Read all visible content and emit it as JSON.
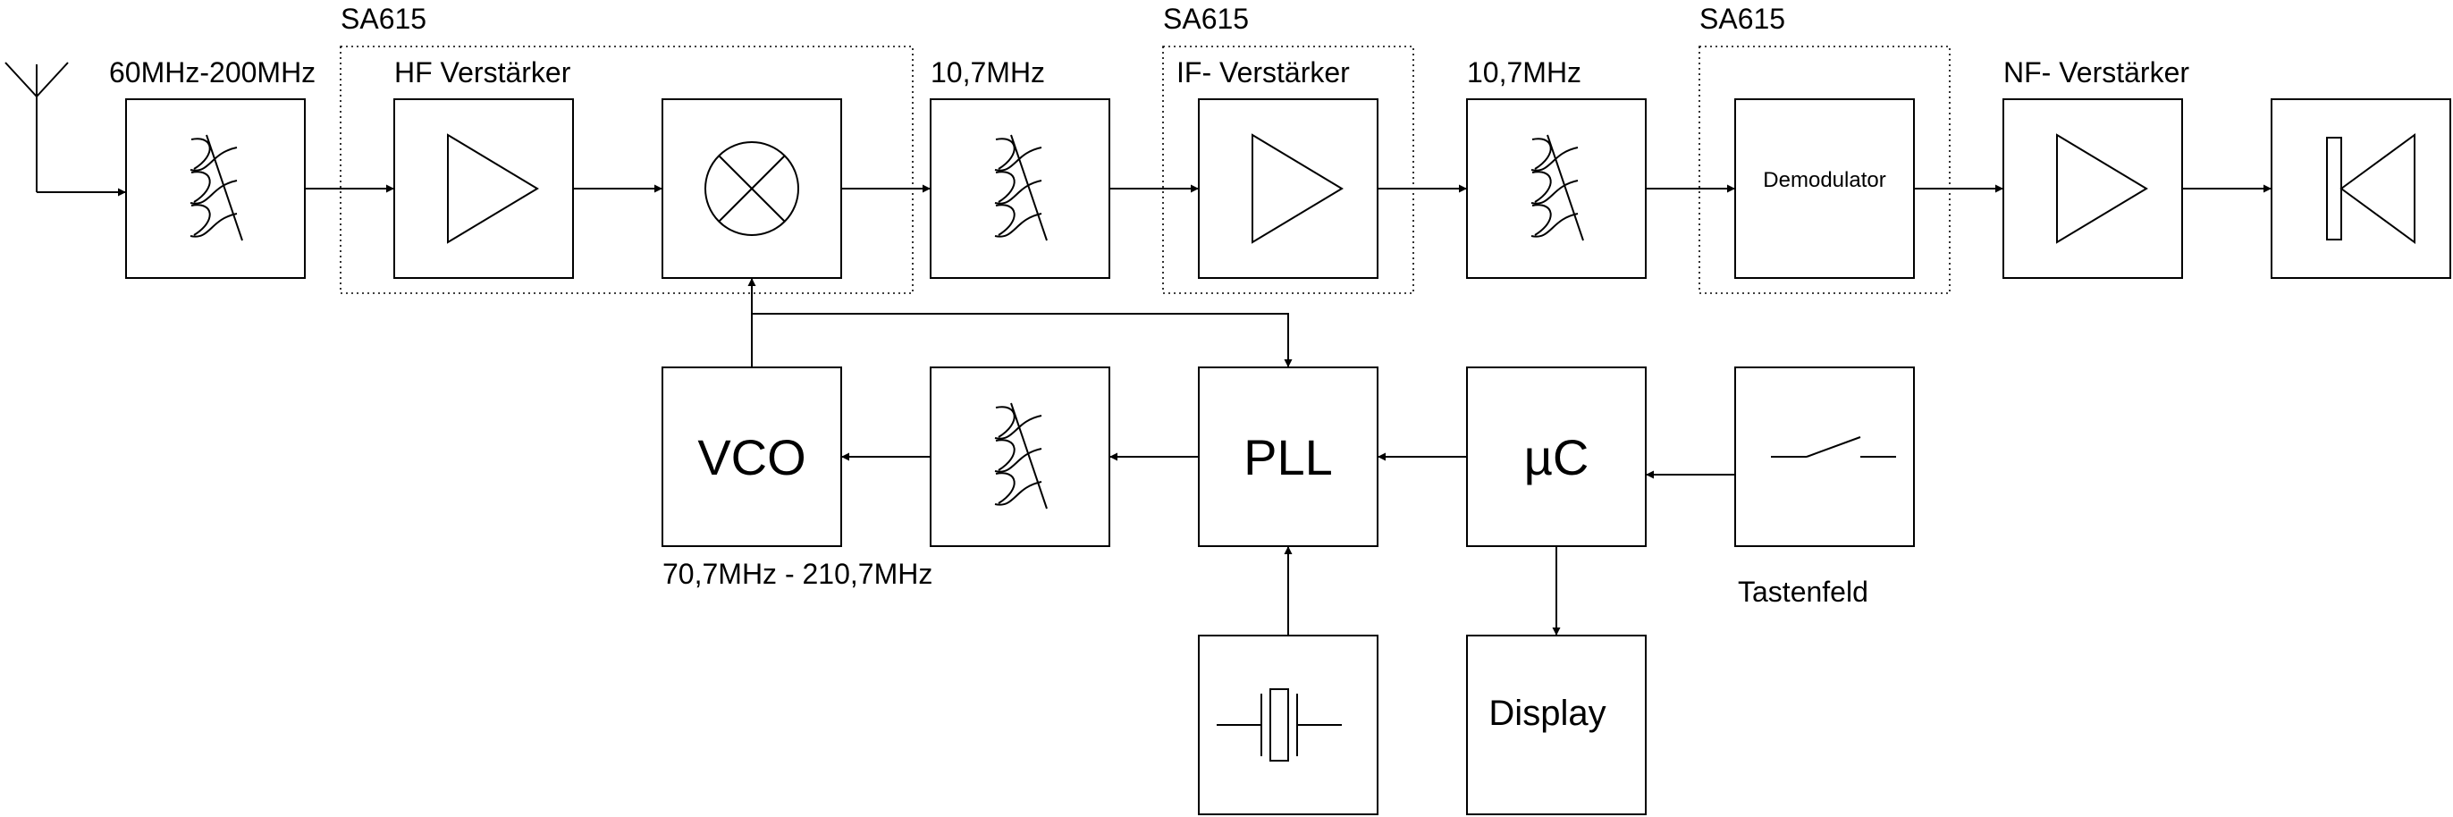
{
  "labels": {
    "rf_band": "60MHz-200MHz",
    "sa615_1": "SA615",
    "sa615_2": "SA615",
    "sa615_3": "SA615",
    "hf_amp": "HF Verstärker",
    "if1": "10,7MHz",
    "if_amp": "IF- Verstärker",
    "if2": "10,7MHz",
    "nf_amp": "NF- Verstärker",
    "vco_range": "70,7MHz - 210,7MHz",
    "keypad": "Tastenfeld"
  },
  "blocks": {
    "demodulator": "Demodulator",
    "vco": "VCO",
    "pll": "PLL",
    "uc": "µC",
    "display": "Display"
  },
  "icons": {
    "antenna": "antenna-icon",
    "filter": "filter-icon",
    "amplifier": "amplifier-icon",
    "mixer": "mixer-icon",
    "speaker": "speaker-icon",
    "switch": "switch-icon",
    "crystal": "crystal-icon"
  }
}
